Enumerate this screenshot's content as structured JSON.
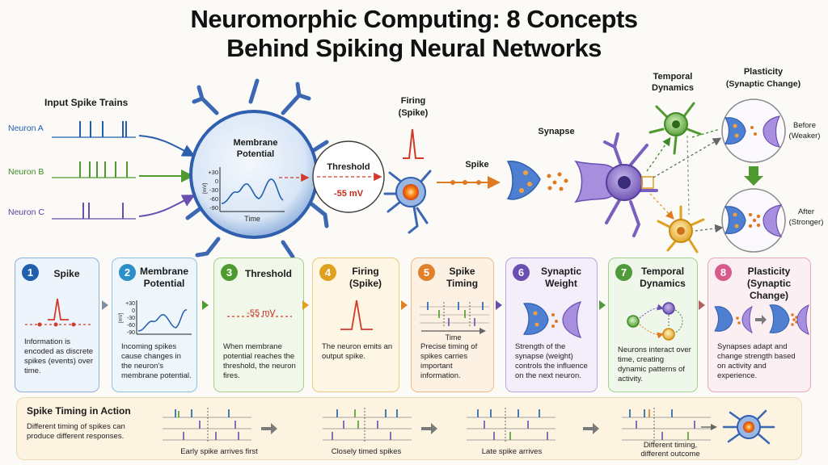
{
  "title": {
    "line1": "Neuromorphic Computing: 8 Concepts",
    "line2": "Behind Spiking Neural Networks"
  },
  "top": {
    "input_trains_label": "Input Spike Trains",
    "neuron_a": "Neuron A",
    "neuron_b": "Neuron B",
    "neuron_c": "Neuron C",
    "membrane_label_1": "Membrane",
    "membrane_label_2": "Potential",
    "plot_unit": "[mV]",
    "plot_ticks": [
      "+30",
      "0",
      "-30",
      "-60",
      "-90"
    ],
    "plot_xlabel": "Time",
    "threshold_label": "Threshold",
    "threshold_value": "-55 mV",
    "firing_label_1": "Firing",
    "firing_label_2": "(Spike)",
    "spike_label": "Spike",
    "synapse_label": "Synapse",
    "temporal_1": "Temporal",
    "temporal_2": "Dynamics",
    "plasticity_1": "Plasticity",
    "plasticity_2": "(Synaptic Change)",
    "before_1": "Before",
    "before_2": "(Weaker)",
    "after_1": "After",
    "after_2": "(Stronger)"
  },
  "cards": [
    {
      "num": "1",
      "title": "Spike",
      "desc": "Information is encoded as discrete spikes (events) over time."
    },
    {
      "num": "2",
      "title": "Membrane Potential",
      "desc": "Incoming spikes cause changes in the neuron's membrane potential."
    },
    {
      "num": "3",
      "title": "Threshold",
      "desc": "When membrane potential reaches the threshold, the neuron fires."
    },
    {
      "num": "4",
      "title": "Firing (Spike)",
      "desc": "The neuron emits an output spike."
    },
    {
      "num": "5",
      "title": "Spike Timing",
      "desc": "Precise timing of spikes carries important information."
    },
    {
      "num": "6",
      "title": "Synaptic Weight",
      "desc": "Strength of the synapse (weight) controls the influence on the next neuron."
    },
    {
      "num": "7",
      "title": "Temporal Dynamics",
      "desc": "Neurons interact over time, creating dynamic patterns of activity."
    },
    {
      "num": "8",
      "title": "Plasticity (Synaptic Change)",
      "desc": "Synapses adapt and change strength based on activity and experience."
    }
  ],
  "card_visuals": {
    "plot_unit": "[mV]",
    "plot_ticks": [
      "+30",
      "0",
      "-30",
      "-60",
      "-90"
    ],
    "threshold_value": "-55 mV",
    "time_label": "Time"
  },
  "colors": [
    "#1f5fae",
    "#2b8fc9",
    "#4f9a2f",
    "#e0a020",
    "#e08028",
    "#6a4fb0",
    "#4f9a3a",
    "#d85a8a"
  ],
  "bottom": {
    "title": "Spike Timing in Action",
    "desc": "Different timing of spikes can produce different responses.",
    "cap1": "Early spike arrives first",
    "cap2": "Closely timed spikes",
    "cap3": "Late spike arrives",
    "cap4_1": "Different timing,",
    "cap4_2": "different outcome"
  }
}
